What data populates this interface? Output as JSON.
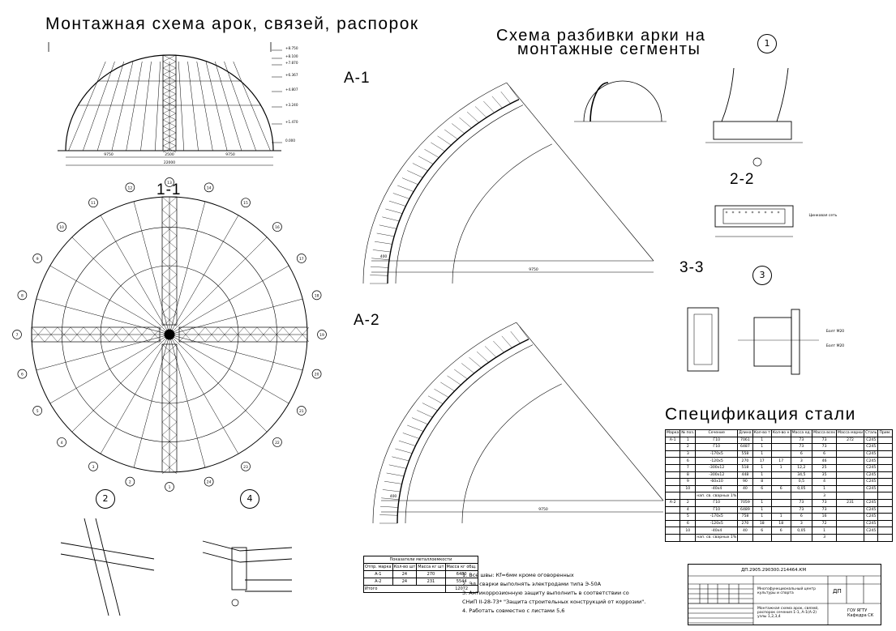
{
  "titles": {
    "main": "Монтажная схема арок, связей, распорок",
    "razb_line1": "Схема разбивки арки на",
    "razb_line2": "монтажные сегменты",
    "spec": "Спецификация стали"
  },
  "labels": {
    "sec11": "1-1",
    "a1": "А-1",
    "a2": "А-2",
    "sec22": "2-2",
    "sec33": "3-3"
  },
  "marks": {
    "m1": "1",
    "m2": "2",
    "m3": "3",
    "m4": "4"
  },
  "elevation": {
    "dims": [
      "9750",
      "2500",
      "9750",
      "22000"
    ],
    "levels": [
      "+8.750",
      "+8.100",
      "+7.870",
      "+6.367",
      "+4.807",
      "+3.240",
      "+1.470",
      "0.000"
    ]
  },
  "plan": {
    "axes": [
      "1",
      "2",
      "3",
      "4",
      "5",
      "6",
      "7",
      "8",
      "9",
      "10",
      "11",
      "12",
      "13",
      "14",
      "15",
      "16",
      "17",
      "18",
      "19",
      "20",
      "21",
      "22",
      "23",
      "24"
    ]
  },
  "arch": {
    "a1_dims": [
      "9750",
      "400"
    ],
    "a2_dims": [
      "9750",
      "400"
    ]
  },
  "notes": [
    "1. Все швы: Кf=6мм кроме оговоренных",
    "2. Эл. сварки выполнять электродами типа Э-50А",
    "3. Антикоррозионную защиту выполнить в соответствии со",
    "СНиП II-28-73* \"Защита строительных конструкций от коррозии\".",
    "4. Работать совместно с листами 5,6"
  ],
  "totals": {
    "header": "Показатели металлоемкости",
    "cols": [
      "Отпр. марка",
      "Кол-во шт",
      "Масса кг шт",
      "Масса кг общ."
    ],
    "rows": [
      [
        "А-1",
        "24",
        "270",
        "6480"
      ],
      [
        "А-2",
        "24",
        "231",
        "5544"
      ]
    ],
    "total_label": "Итого",
    "total": "12072"
  },
  "spec": {
    "head": [
      "Марка",
      "№ поз.",
      "Сечение",
      "Длина",
      "Кол-во т",
      "Кол-во н",
      "Масса ед.",
      "Масса всех",
      "Масса марки",
      "Сталь",
      "Прим."
    ],
    "rows": [
      [
        "А-1",
        "1",
        "Г10",
        "7061",
        "1",
        "",
        "73",
        "73",
        "272",
        "С245",
        ""
      ],
      [
        "",
        "2",
        "Г10",
        "6487",
        "1",
        "",
        "73",
        "73",
        "",
        "С245",
        ""
      ],
      [
        "",
        "3",
        "-170х5",
        "558",
        "1",
        "",
        "6",
        "6",
        "",
        "С245",
        ""
      ],
      [
        "",
        "6",
        "-120х5",
        "270",
        "17",
        "17",
        "3",
        "46",
        "",
        "С245",
        ""
      ],
      [
        "",
        "7",
        "-300х12",
        "518",
        "1",
        "1",
        "12,2",
        "25",
        "",
        "С245",
        ""
      ],
      [
        "",
        "8",
        "-300х12",
        "448",
        "1",
        "",
        "34,5",
        "35",
        "",
        "С245",
        ""
      ],
      [
        "",
        "9",
        "-60х10",
        "90",
        "8",
        "",
        "0,5",
        "4",
        "",
        "С245",
        ""
      ],
      [
        "",
        "10",
        "-40х4",
        "40",
        "6",
        "6",
        "0,05",
        "1",
        "",
        "С245",
        ""
      ],
      [
        "",
        "",
        "нап. св. сварных 1%",
        "",
        "",
        "",
        "",
        "3",
        "",
        "",
        ""
      ],
      [
        "А-2",
        "2",
        "Г10",
        "7059",
        "1",
        "",
        "73",
        "73",
        "231",
        "С245",
        ""
      ],
      [
        "",
        "4",
        "Г10",
        "6489",
        "1",
        "",
        "73",
        "73",
        "",
        "С245",
        ""
      ],
      [
        "",
        "5",
        "-170х5",
        "758",
        "1",
        "1",
        "6",
        "16",
        "",
        "С245",
        ""
      ],
      [
        "",
        "6",
        "-120х5",
        "270",
        "18",
        "18",
        "3",
        "72",
        "",
        "С245",
        ""
      ],
      [
        "",
        "10",
        "-40х4",
        "40",
        "6",
        "6",
        "0,05",
        "1",
        "",
        "С245",
        ""
      ],
      [
        "",
        "",
        "нап. св. сварных 1%",
        "",
        "",
        "",
        "",
        "3",
        "",
        "",
        ""
      ]
    ]
  },
  "stamp": {
    "code": "ДП.2905.290300.214464.КМ",
    "subject": "Многофункциональный центр культуры и спорта",
    "sheet": "Монтажная схема арок, связей, распорок сечения 1-1, А-1(А-2) узлы 1,2,3,4",
    "stage": "ДП",
    "org": "ГОУ ЯГТУ Кафедра СК"
  },
  "detail_text": [
    "Болт М20",
    "Болт М20",
    "Цинковая сеть"
  ]
}
